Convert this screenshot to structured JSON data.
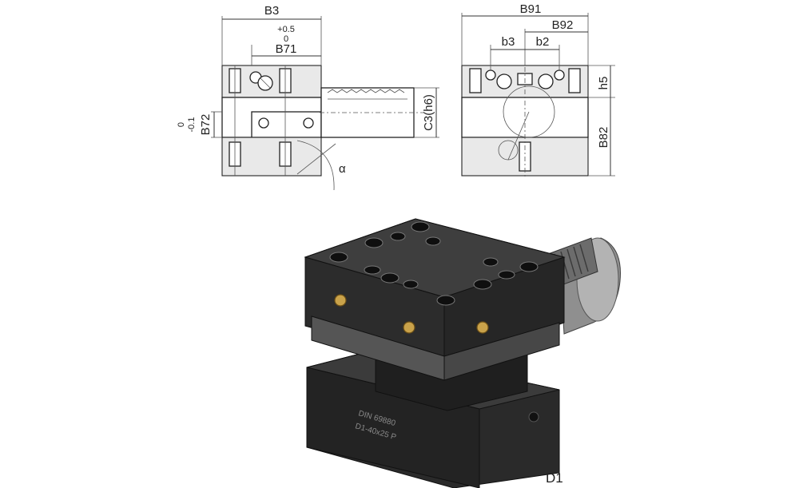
{
  "side_view": {
    "dim_b3": "B3",
    "tol_upper": "+0.5",
    "tol_zero": "0",
    "dim_b71": "B71",
    "dim_b72": "B72",
    "tol_b72_zero": "0",
    "tol_b72_minus": "-0.1",
    "dim_c3": "C3(h6)",
    "angle_label": "α"
  },
  "front_view": {
    "dim_b91": "B91",
    "dim_b92": "B92",
    "dim_b3_small": "b3",
    "dim_b2_small": "b2",
    "dim_h5": "h5",
    "dim_b82": "B82"
  },
  "photo": {
    "marking_line1": "DIN 69880",
    "marking_line2": "D1-40x25 P"
  },
  "figure_label": "D1",
  "colors": {
    "drawing_line": "#222222",
    "tool_body": "#2b2b2b",
    "brass_insert": "#c9a24a",
    "shank_steel": "#9a9a9a"
  }
}
